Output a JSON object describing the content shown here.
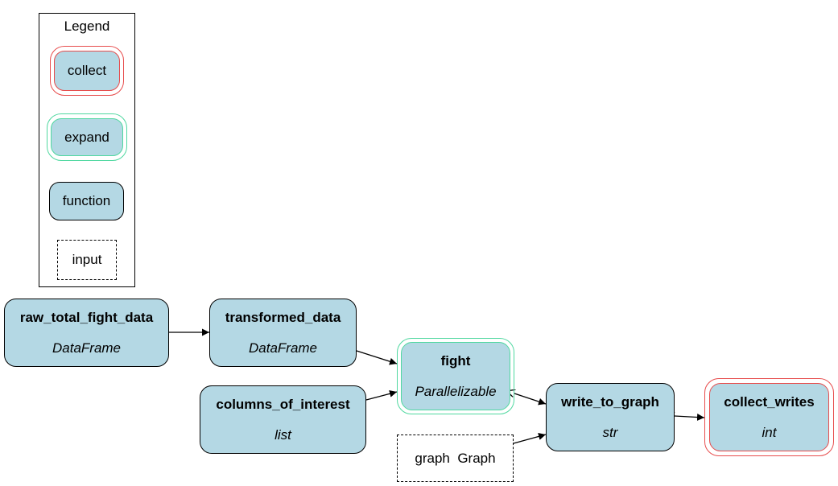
{
  "legend": {
    "title": "Legend",
    "items": [
      "collect",
      "expand",
      "function",
      "input"
    ]
  },
  "nodes": {
    "raw_total_fight_data": {
      "name": "raw_total_fight_data",
      "type": "DataFrame"
    },
    "transformed_data": {
      "name": "transformed_data",
      "type": "DataFrame"
    },
    "columns_of_interest": {
      "name": "columns_of_interest",
      "type": "list"
    },
    "fight": {
      "name": "fight",
      "type": "Parallelizable"
    },
    "write_to_graph": {
      "name": "write_to_graph",
      "type": "str"
    },
    "collect_writes": {
      "name": "collect_writes",
      "type": "int"
    },
    "graph_input": {
      "label": "graph  Graph"
    }
  },
  "edges": [
    [
      "raw_total_fight_data",
      "transformed_data"
    ],
    [
      "transformed_data",
      "fight"
    ],
    [
      "columns_of_interest",
      "fight"
    ],
    [
      "fight",
      "write_to_graph"
    ],
    [
      "graph_input",
      "write_to_graph"
    ],
    [
      "write_to_graph",
      "collect_writes"
    ]
  ],
  "colors": {
    "node_fill": "#b4d8e4",
    "collect": "#e74c4c",
    "expand": "#50d8a0",
    "edge": "#000000"
  }
}
